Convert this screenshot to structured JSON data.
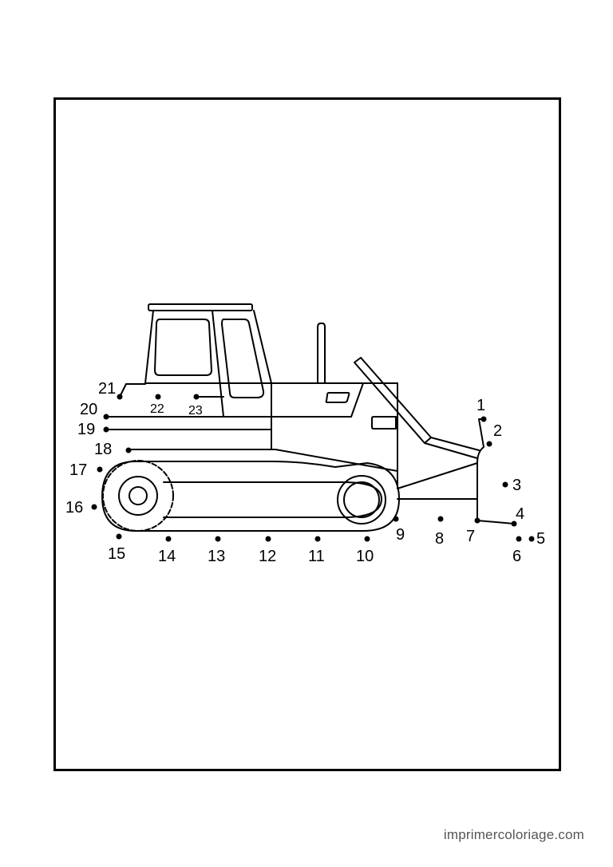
{
  "worksheet": {
    "dots": [
      {
        "n": "1"
      },
      {
        "n": "2"
      },
      {
        "n": "3"
      },
      {
        "n": "4"
      },
      {
        "n": "5"
      },
      {
        "n": "6"
      },
      {
        "n": "7"
      },
      {
        "n": "8"
      },
      {
        "n": "9"
      },
      {
        "n": "10"
      },
      {
        "n": "11"
      },
      {
        "n": "12"
      },
      {
        "n": "13"
      },
      {
        "n": "14"
      },
      {
        "n": "15"
      },
      {
        "n": "16"
      },
      {
        "n": "17"
      },
      {
        "n": "18"
      },
      {
        "n": "19"
      },
      {
        "n": "20"
      },
      {
        "n": "21"
      },
      {
        "n": "22"
      },
      {
        "n": "23"
      }
    ]
  },
  "footer": {
    "site": "imprimercoloriage.com"
  }
}
